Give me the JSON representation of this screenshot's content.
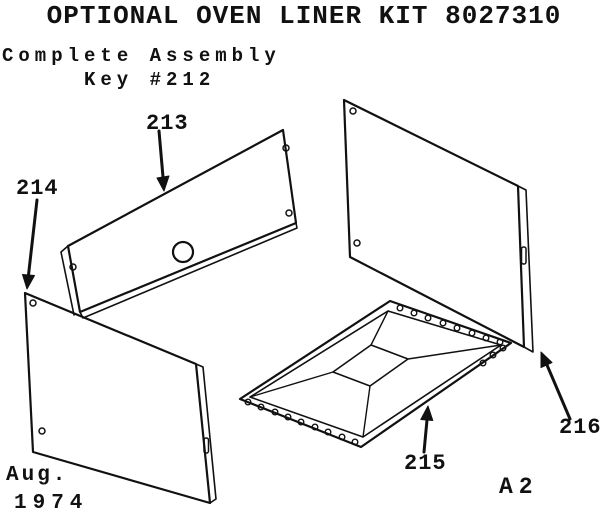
{
  "title": "OPTIONAL OVEN LINER KIT 8027310",
  "assembly_note": {
    "line1": "Complete Assembly",
    "line2": "Key #212"
  },
  "part_labels": {
    "back_panel": "213",
    "left_panel": "214",
    "bottom_panel": "215",
    "right_panel": "216"
  },
  "footer": {
    "date_line1": "Aug.",
    "date_line2": "1974",
    "page_ref": "A2"
  },
  "colors": {
    "ink": "#111111",
    "background": "#ffffff"
  }
}
